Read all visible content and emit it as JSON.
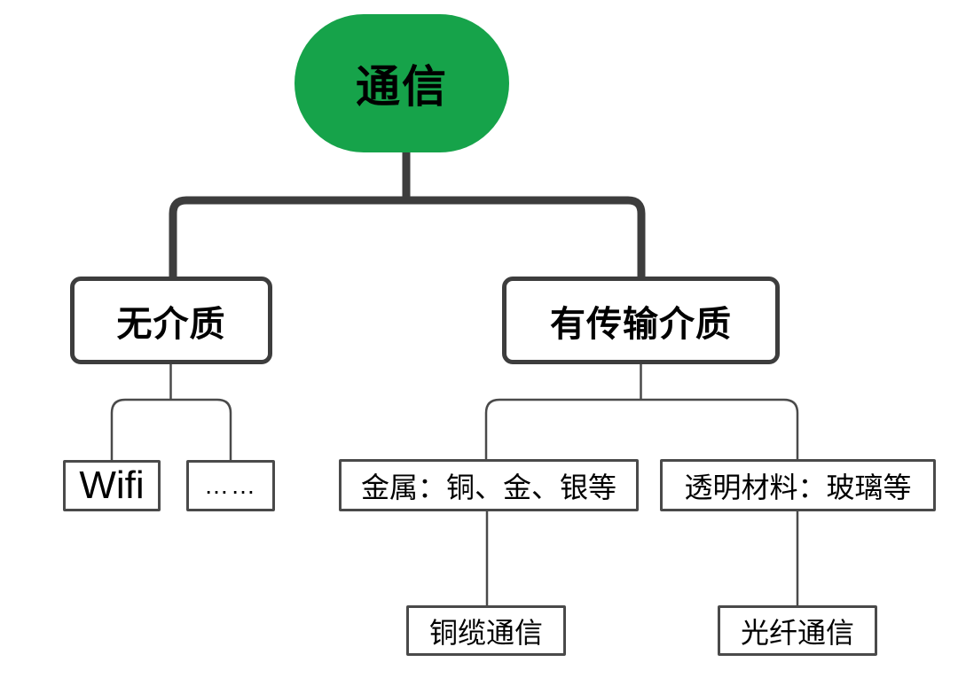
{
  "tree": {
    "label": "通信",
    "children": [
      {
        "label": "无介质",
        "children": [
          {
            "label": "Wifi"
          },
          {
            "label": "……"
          }
        ]
      },
      {
        "label": "有传输介质",
        "children": [
          {
            "label": "金属：铜、金、银等",
            "children": [
              {
                "label": "铜缆通信"
              }
            ]
          },
          {
            "label": "透明材料：玻璃等",
            "children": [
              {
                "label": "光纤通信"
              }
            ]
          }
        ]
      }
    ]
  },
  "colors": {
    "background": "#FFFFFF",
    "root_fill": "#16A34A",
    "root_text": "#000000",
    "thick_line": "#3D3D3D",
    "thin_line": "#4A4A4A",
    "box_border_strong": "#3D3D3D",
    "box_border_light": "#4A4A4A",
    "box_background": "#FFFFFF",
    "text": "#000000"
  }
}
